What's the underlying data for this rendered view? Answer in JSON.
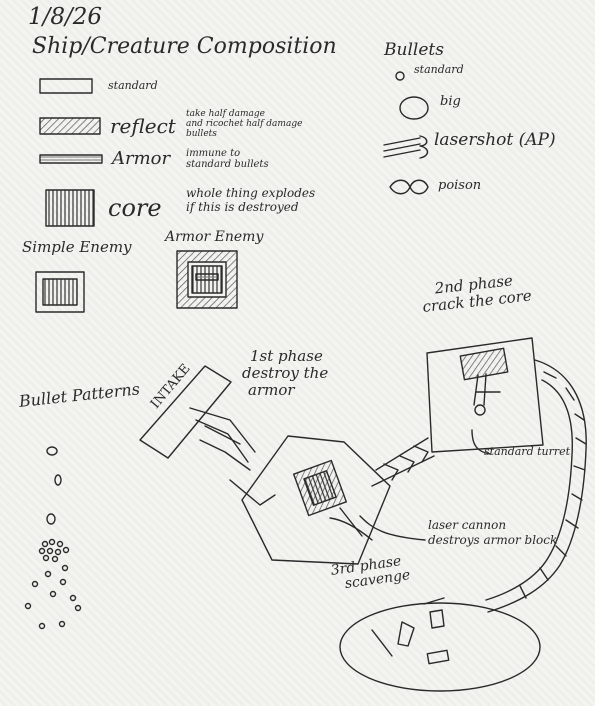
{
  "date": "1/8/26",
  "title": "Ship/Creature Composition",
  "legend": {
    "standard": "standard",
    "reflect": "reflect",
    "reflect_desc_1": "take half damage",
    "reflect_desc_2": "and ricochet half damage",
    "reflect_desc_3": "bullets",
    "armor": "Armor",
    "armor_desc_1": "immune to",
    "armor_desc_2": "standard bullets",
    "core": "core",
    "core_desc_1": "whole thing explodes",
    "core_desc_2": "if this is destroyed"
  },
  "enemies": {
    "simple": "Simple Enemy",
    "armor": "Armor Enemy"
  },
  "bullets": {
    "title": "Bullets",
    "standard": "standard",
    "big": "big",
    "lasershot": "lasershot (AP)",
    "poison": "poison"
  },
  "patterns": {
    "title": "Bullet Patterns"
  },
  "diagram": {
    "intake": "INTAKE",
    "phase1_1": "1st phase",
    "phase1_2": "destroy the",
    "phase1_3": "armor",
    "phase2_1": "2nd phase",
    "phase2_2": "crack the core",
    "turret": "standard turret",
    "laser_1": "laser cannon",
    "laser_2": "destroys armor block",
    "phase3_1": "3rd phase",
    "phase3_2": "scavenge"
  },
  "colors": {
    "ink": "#2a2a2a",
    "paper": "#f2f2ef"
  }
}
